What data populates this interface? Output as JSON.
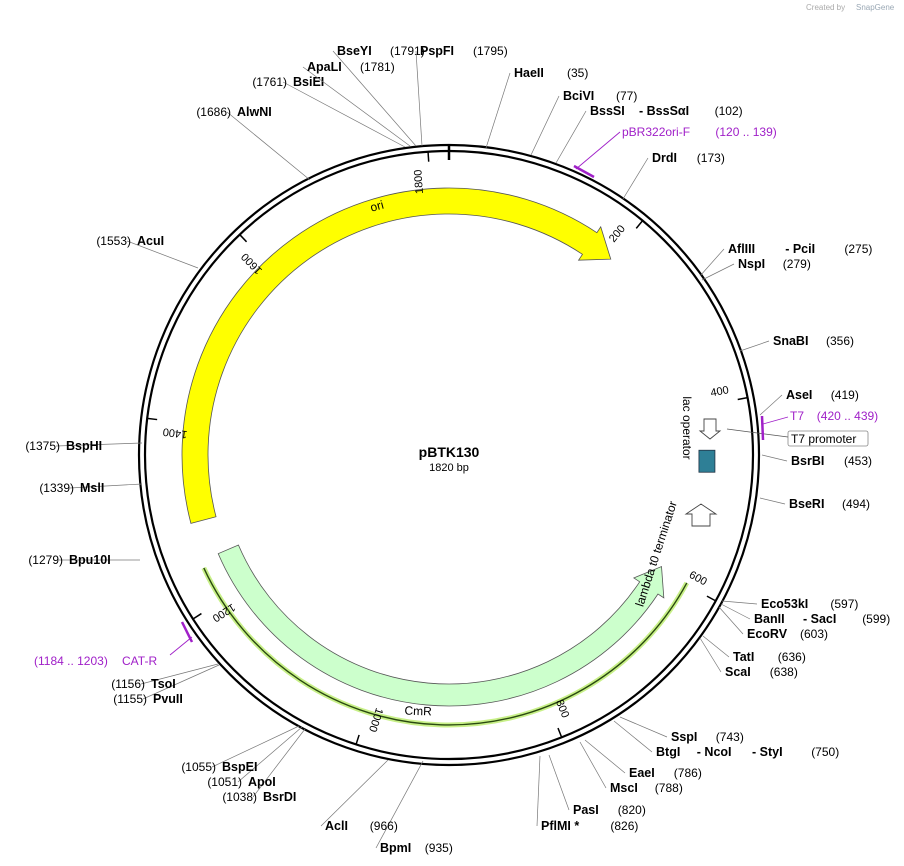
{
  "credit": {
    "created_by": "Created by",
    "brand": "SnapGene"
  },
  "plasmid": {
    "name": "pBTK130",
    "length_label": "1820 bp",
    "length": 1820
  },
  "colors": {
    "ori": "#ffff00",
    "cmr": "#ccffcc",
    "lac_operator": "#2e7f96",
    "primer": "#a020c8",
    "orf": "#b8e986"
  },
  "ticks": [
    {
      "value": 200,
      "label": "200"
    },
    {
      "value": 400,
      "label": "400"
    },
    {
      "value": 600,
      "label": "600"
    },
    {
      "value": 800,
      "label": "800"
    },
    {
      "value": 1000,
      "label": "1000"
    },
    {
      "value": 1200,
      "label": "1200"
    },
    {
      "value": 1400,
      "label": "1400"
    },
    {
      "value": 1600,
      "label": "1600"
    },
    {
      "value": 1800,
      "label": "1800"
    }
  ],
  "features": [
    {
      "name": "ori",
      "label": "ori",
      "start": 1290,
      "end": 200,
      "direction": "forward",
      "color": "#ffff00"
    },
    {
      "name": "CmR",
      "label": "CmR",
      "start": 590,
      "end": 1250,
      "direction": "reverse",
      "color": "#ccffcc"
    },
    {
      "name": "lac-operator",
      "label": "lac operator",
      "start": 460,
      "end": 478,
      "direction": "none",
      "color": "#2e7f96"
    },
    {
      "name": "lac-arrow",
      "label": "",
      "start": 430,
      "end": 450,
      "direction": "reverse",
      "color": "#ffffff"
    },
    {
      "name": "lambda-t0",
      "label": "lambda t0 terminator",
      "start": 508,
      "end": 535,
      "direction": "reverse",
      "color": "#ffffff"
    },
    {
      "name": "t7-promoter",
      "label": "T7 promoter",
      "start": 420,
      "end": 439,
      "direction": "none",
      "color": "#ffffff"
    }
  ],
  "primers": [
    {
      "name": "pBR322ori-F",
      "range": "(120 .. 139)",
      "start": 120,
      "end": 139
    },
    {
      "name": "T7",
      "range": "(420 .. 439)",
      "start": 420,
      "end": 439
    },
    {
      "name": "CAT-R",
      "range": "(1184 .. 1203)",
      "start": 1184,
      "end": 1203
    }
  ],
  "enzymes": [
    {
      "name": "HaeII",
      "pos": "(35)",
      "site": 35
    },
    {
      "name": "BciVI",
      "pos": "(77)",
      "site": 77
    },
    {
      "name": "BssSI",
      "name2": "BssSαI",
      "pos": "(102)",
      "site": 102
    },
    {
      "name": "DrdI",
      "pos": "(173)",
      "site": 173
    },
    {
      "name": "AflIII",
      "name2": "PciI",
      "pos": "(275)",
      "site": 275
    },
    {
      "name": "NspI",
      "pos": "(279)",
      "site": 279
    },
    {
      "name": "SnaBI",
      "pos": "(356)",
      "site": 356
    },
    {
      "name": "AseI",
      "pos": "(419)",
      "site": 419
    },
    {
      "name": "BsrBI",
      "pos": "(453)",
      "site": 453
    },
    {
      "name": "BseRI",
      "pos": "(494)",
      "site": 494
    },
    {
      "name": "Eco53kI",
      "pos": "(597)",
      "site": 597
    },
    {
      "name": "BanII",
      "name2": "SacI",
      "pos": "(599)",
      "site": 599
    },
    {
      "name": "EcoRV",
      "pos": "(603)",
      "site": 603
    },
    {
      "name": "TatI",
      "pos": "(636)",
      "site": 636
    },
    {
      "name": "ScaI",
      "pos": "(638)",
      "site": 638
    },
    {
      "name": "SspI",
      "pos": "(743)",
      "site": 743
    },
    {
      "name": "BtgI",
      "name2": "NcoI",
      "name3": "StyI",
      "pos": "(750)",
      "site": 750
    },
    {
      "name": "EaeI",
      "pos": "(786)",
      "site": 786
    },
    {
      "name": "MscI",
      "pos": "(788)",
      "site": 788
    },
    {
      "name": "PasI",
      "pos": "(820)",
      "site": 820
    },
    {
      "name": "PflMI *",
      "pos": "(826)",
      "site": 826
    },
    {
      "name": "BpmI",
      "pos": "(935)",
      "site": 935
    },
    {
      "name": "AclI",
      "pos": "(966)",
      "site": 966
    },
    {
      "name": "BsrDI",
      "pos": "(1038)",
      "site": 1038
    },
    {
      "name": "ApoI",
      "pos": "(1051)",
      "site": 1051
    },
    {
      "name": "BspEI",
      "pos": "(1055)",
      "site": 1055
    },
    {
      "name": "PvuII",
      "pos": "(1155)",
      "site": 1155
    },
    {
      "name": "TsoI",
      "pos": "(1156)",
      "site": 1156
    },
    {
      "name": "Bpu10I",
      "pos": "(1279)",
      "site": 1279
    },
    {
      "name": "MslI",
      "pos": "(1339)",
      "site": 1339
    },
    {
      "name": "BspHI",
      "pos": "(1375)",
      "site": 1375
    },
    {
      "name": "AcuI",
      "pos": "(1553)",
      "site": 1553
    },
    {
      "name": "AlwNI",
      "pos": "(1686)",
      "site": 1686
    },
    {
      "name": "BsiEI",
      "pos": "(1761)",
      "site": 1761
    },
    {
      "name": "ApaLI",
      "pos": "(1781)",
      "site": 1781
    },
    {
      "name": "BseYI",
      "pos": "(1791)",
      "site": 1791
    },
    {
      "name": "PspFI",
      "pos": "(1795)",
      "site": 1795
    }
  ]
}
